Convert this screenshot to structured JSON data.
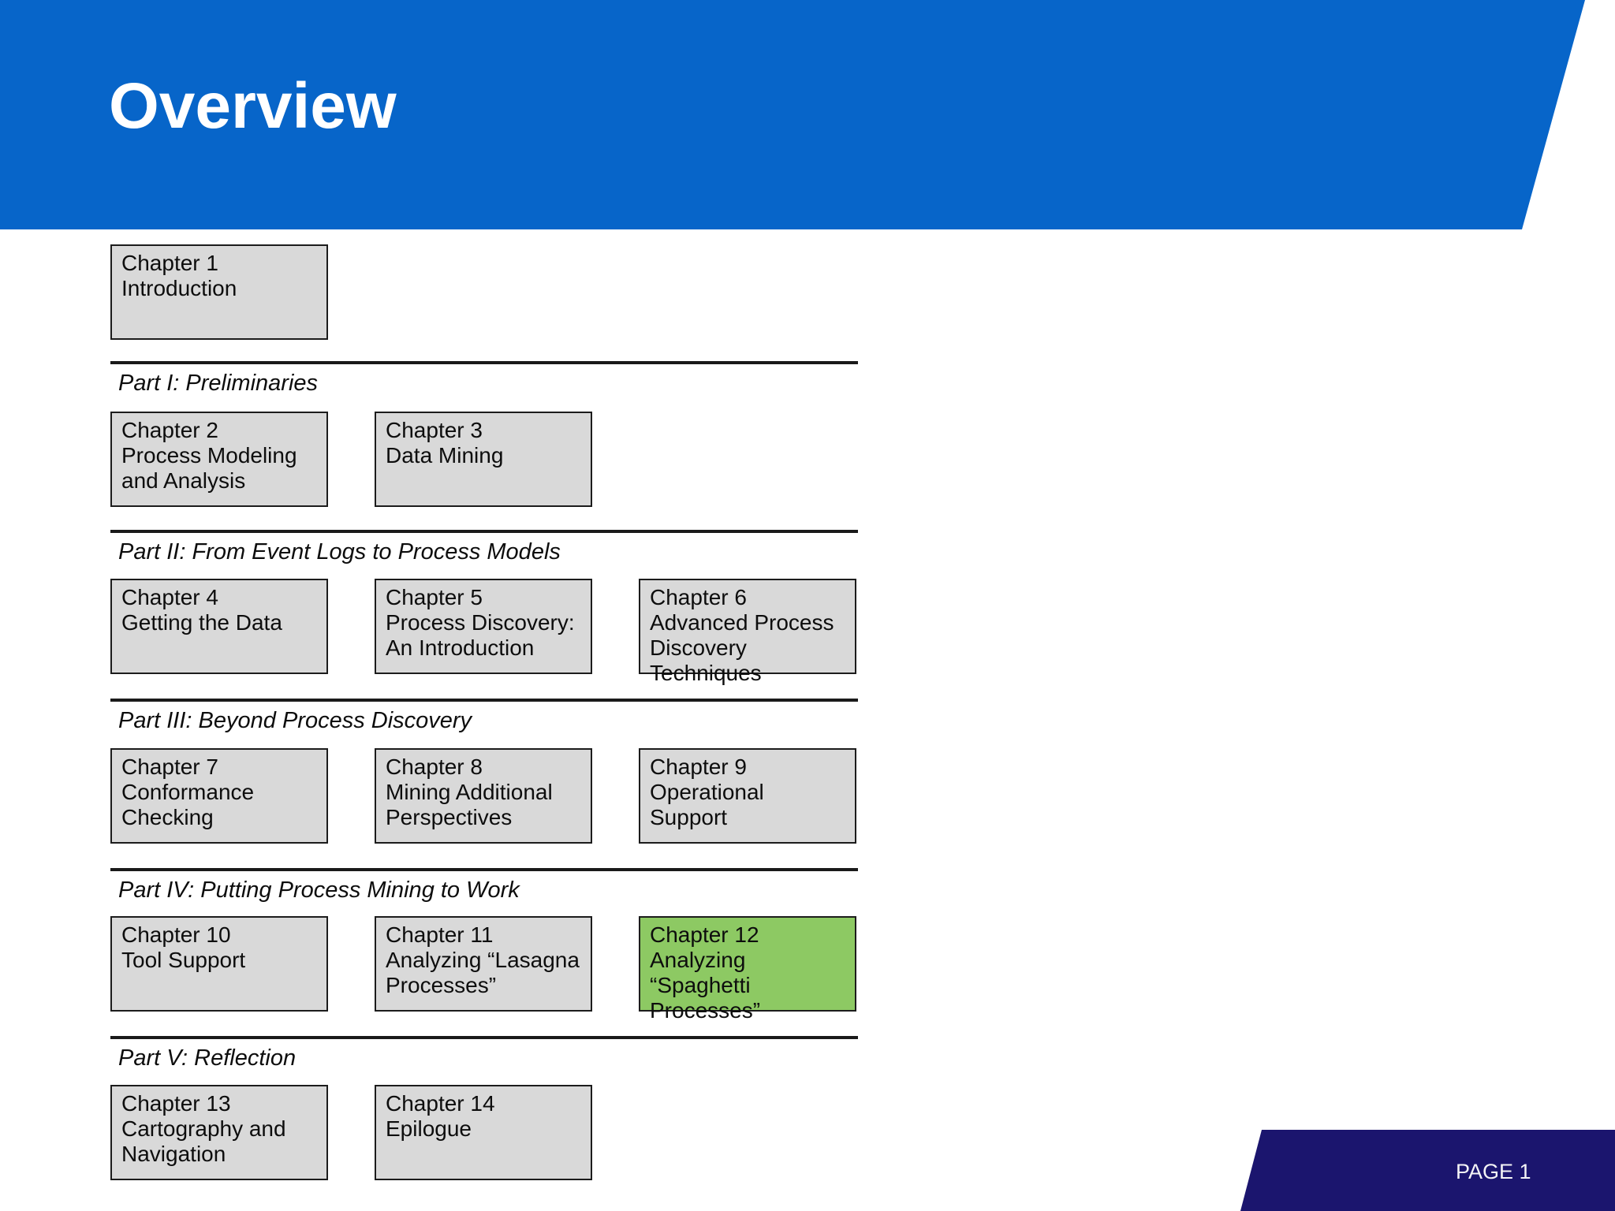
{
  "slide": {
    "title": "Overview",
    "page_label": "PAGE 1",
    "colors": {
      "header_blue": "#0765c9",
      "box_gray": "#d9d9d9",
      "highlight_green": "#8dc963",
      "footer_navy": "#1b156e",
      "line_black": "#1a1a1a"
    }
  },
  "intro_chapter": {
    "number": "Chapter 1",
    "title": "Introduction",
    "highlighted": false
  },
  "parts": [
    {
      "label": "Part I: Preliminaries",
      "chapters": [
        {
          "number": "Chapter 2",
          "title": "Process Modeling and Analysis",
          "highlighted": false
        },
        {
          "number": "Chapter 3",
          "title": "Data Mining",
          "highlighted": false
        }
      ]
    },
    {
      "label": "Part II: From Event Logs to Process Models",
      "chapters": [
        {
          "number": "Chapter 4",
          "title": "Getting the Data",
          "highlighted": false
        },
        {
          "number": "Chapter 5",
          "title": "Process Discovery: An Introduction",
          "highlighted": false
        },
        {
          "number": "Chapter 6",
          "title": "Advanced Process Discovery Techniques",
          "highlighted": false
        }
      ]
    },
    {
      "label": "Part III: Beyond Process Discovery",
      "chapters": [
        {
          "number": "Chapter 7",
          "title": "Conformance Checking",
          "highlighted": false
        },
        {
          "number": "Chapter 8",
          "title": "Mining Additional Perspectives",
          "highlighted": false
        },
        {
          "number": "Chapter 9",
          "title": "Operational Support",
          "highlighted": false
        }
      ]
    },
    {
      "label": "Part IV: Putting Process Mining to Work",
      "chapters": [
        {
          "number": "Chapter 10",
          "title": "Tool Support",
          "highlighted": false
        },
        {
          "number": "Chapter 11",
          "title": "Analyzing “Lasagna Processes”",
          "highlighted": false
        },
        {
          "number": "Chapter 12",
          "title": "Analyzing “Spaghetti Processes”",
          "highlighted": true
        }
      ]
    },
    {
      "label": "Part V: Reflection",
      "chapters": [
        {
          "number": "Chapter 13",
          "title": "Cartography and Navigation",
          "highlighted": false
        },
        {
          "number": "Chapter 14",
          "title": "Epilogue",
          "highlighted": false
        }
      ]
    }
  ]
}
